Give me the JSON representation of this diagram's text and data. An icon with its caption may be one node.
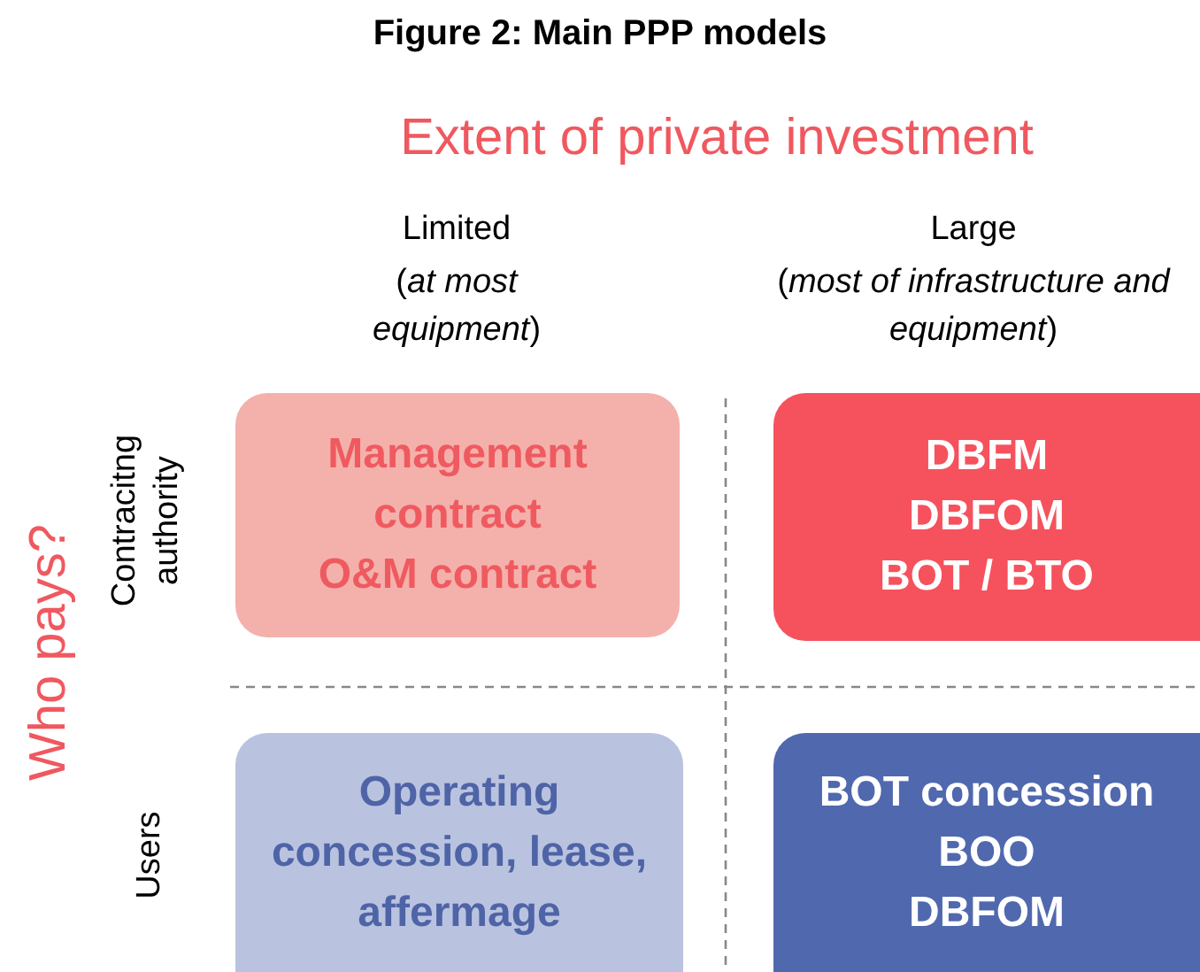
{
  "diagram": {
    "title": "Figure 2: Main PPP models",
    "nodes": [
      {
        "text": [
          "Management contract",
          "O&M contract"
        ]
      },
      {
        "text": [
          "DBFM",
          "DBFOM",
          "BOT / BTO"
        ]
      },
      {
        "text": [
          "Operating concession, lease, affermage"
        ]
      },
      {
        "text": [
          "BOT concession",
          "BOO",
          "DBFOM"
        ]
      }
    ],
    "labels": [
      "Extent of private investment",
      "Limited",
      "(*at most equipment*)",
      "Large",
      "(*most of infrastructure and equipment*)",
      "Who pays?",
      "Contracitng authority",
      "Users"
    ]
  }
}
